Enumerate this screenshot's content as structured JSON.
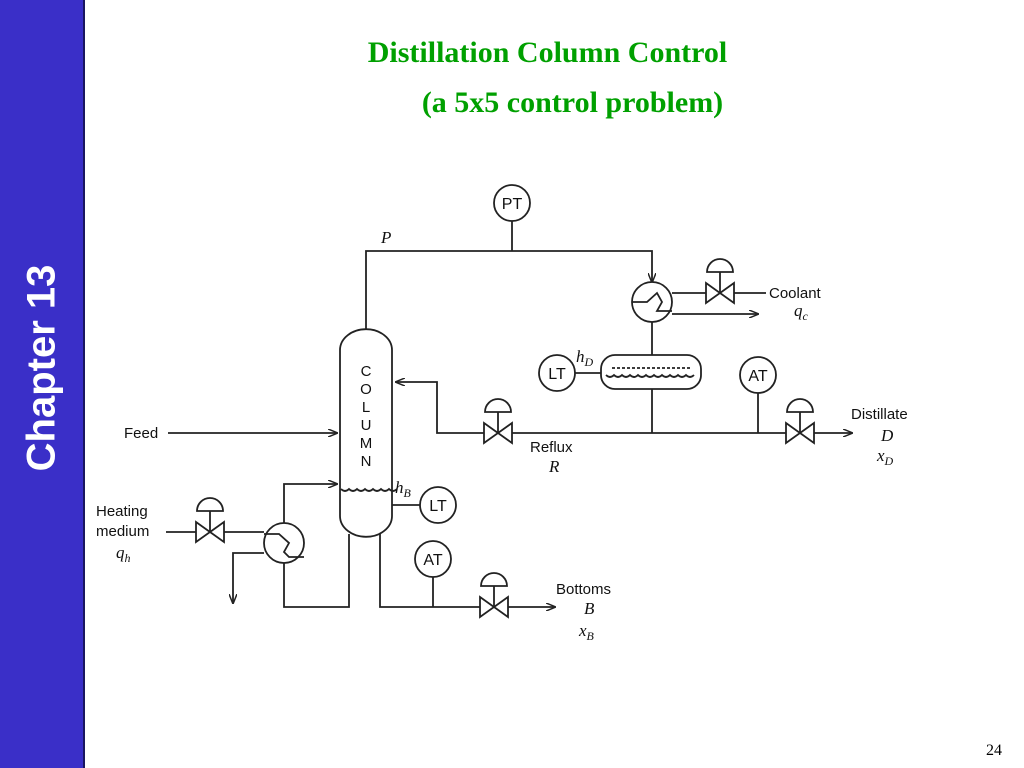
{
  "sidebar": {
    "chapter_label": "Chapter 13",
    "color": "#3a2fc8"
  },
  "slide": {
    "title_line1": "Distillation Column Control",
    "title_line2": "(a 5x5 control problem)",
    "title_color": "#00a000",
    "page_number": "24"
  },
  "diagram": {
    "column_letters": [
      "C",
      "O",
      "L",
      "U",
      "M",
      "N"
    ],
    "instruments": {
      "pressure_transmitter": "PT",
      "top_level_transmitter": "LT",
      "bottom_level_transmitter": "LT",
      "distillate_analyzer": "AT",
      "bottoms_analyzer": "AT"
    },
    "labels": {
      "pressure": "P",
      "coolant": "Coolant",
      "coolant_flow": "q",
      "coolant_flow_sub": "c",
      "top_level": "h",
      "top_level_sub": "D",
      "bottom_level": "h",
      "bottom_level_sub": "B",
      "feed": "Feed",
      "reflux": "Reflux",
      "reflux_symbol": "R",
      "distillate": "Distillate",
      "distillate_symbol": "D",
      "distillate_comp": "x",
      "distillate_comp_sub": "D",
      "heating_line1": "Heating",
      "heating_line2": "medium",
      "heating_flow": "q",
      "heating_flow_sub": "h",
      "bottoms": "Bottoms",
      "bottoms_symbol": "B",
      "bottoms_comp": "x",
      "bottoms_comp_sub": "B"
    }
  }
}
